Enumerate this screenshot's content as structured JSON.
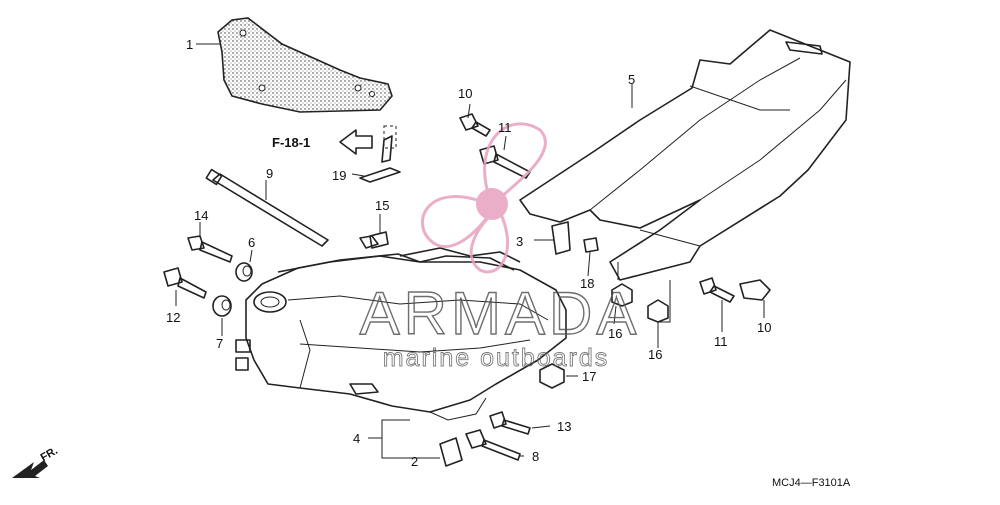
{
  "callouts": [
    {
      "id": "c1",
      "label": "1"
    },
    {
      "id": "c2",
      "label": "2"
    },
    {
      "id": "c3",
      "label": "3"
    },
    {
      "id": "c4",
      "label": "4"
    },
    {
      "id": "c5",
      "label": "5"
    },
    {
      "id": "c6",
      "label": "6"
    },
    {
      "id": "c7",
      "label": "7"
    },
    {
      "id": "c8",
      "label": "8"
    },
    {
      "id": "c9",
      "label": "9"
    },
    {
      "id": "c10a",
      "label": "10"
    },
    {
      "id": "c10b",
      "label": "10"
    },
    {
      "id": "c11a",
      "label": "11"
    },
    {
      "id": "c11b",
      "label": "11"
    },
    {
      "id": "c12",
      "label": "12"
    },
    {
      "id": "c13",
      "label": "13"
    },
    {
      "id": "c14",
      "label": "14"
    },
    {
      "id": "c15",
      "label": "15"
    },
    {
      "id": "c16a",
      "label": "16"
    },
    {
      "id": "c16b",
      "label": "16"
    },
    {
      "id": "c17",
      "label": "17"
    },
    {
      "id": "c18",
      "label": "18"
    },
    {
      "id": "c19",
      "label": "19"
    }
  ],
  "reference": {
    "label": "F-18-1"
  },
  "front_marker": {
    "label": "FR."
  },
  "diagram_code": "MCJ4—F3101A",
  "watermark": {
    "brand": "ARMADA",
    "tagline": "marine outboards",
    "accent_color": "#e8a0c0"
  }
}
